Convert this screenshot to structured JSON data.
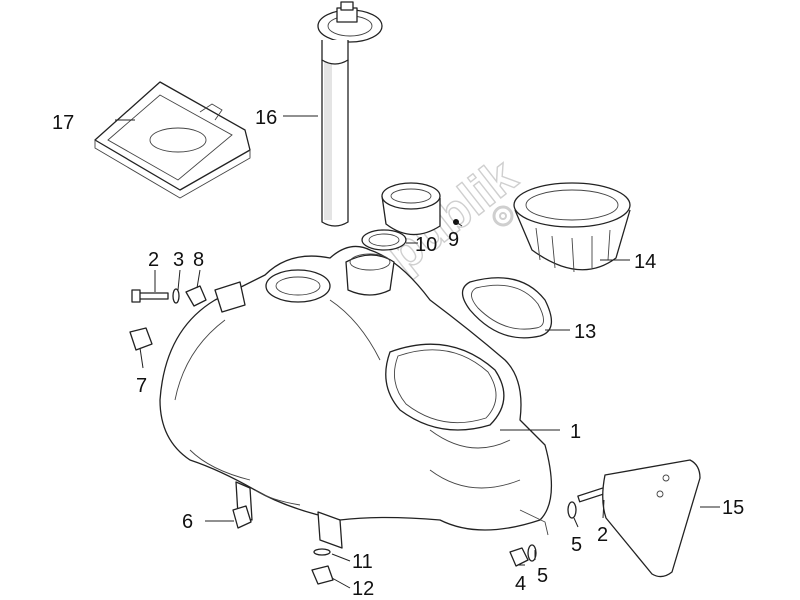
{
  "watermark": "PartsRepublik",
  "callouts": {
    "c1": "1",
    "c2a": "2",
    "c2b": "2",
    "c3": "3",
    "c4": "4",
    "c5a": "5",
    "c5b": "5",
    "c6": "6",
    "c7": "7",
    "c8": "8",
    "c9": "9",
    "c10": "10",
    "c11": "11",
    "c12": "12",
    "c13": "13",
    "c14": "14",
    "c15": "15",
    "c16": "16",
    "c17": "17"
  }
}
